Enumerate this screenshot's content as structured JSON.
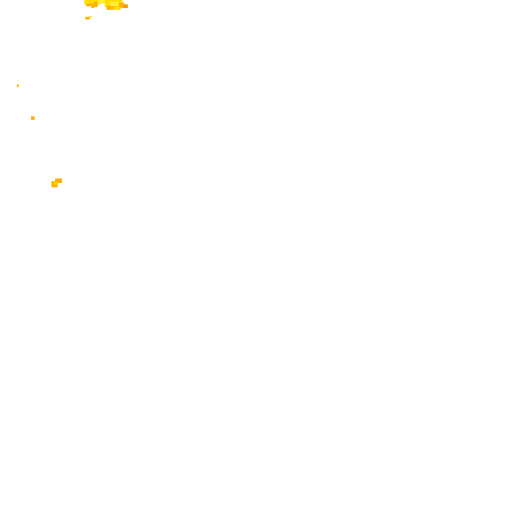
{
  "map": {
    "background": "#ffffff",
    "palette": {
      "yellow": "#ffdd00",
      "light_yellow": "#ffee33",
      "amber": "#ffb300",
      "orange": "#f59a00"
    },
    "legend_levels": [
      "yellow",
      "light_yellow",
      "amber",
      "orange"
    ]
  }
}
